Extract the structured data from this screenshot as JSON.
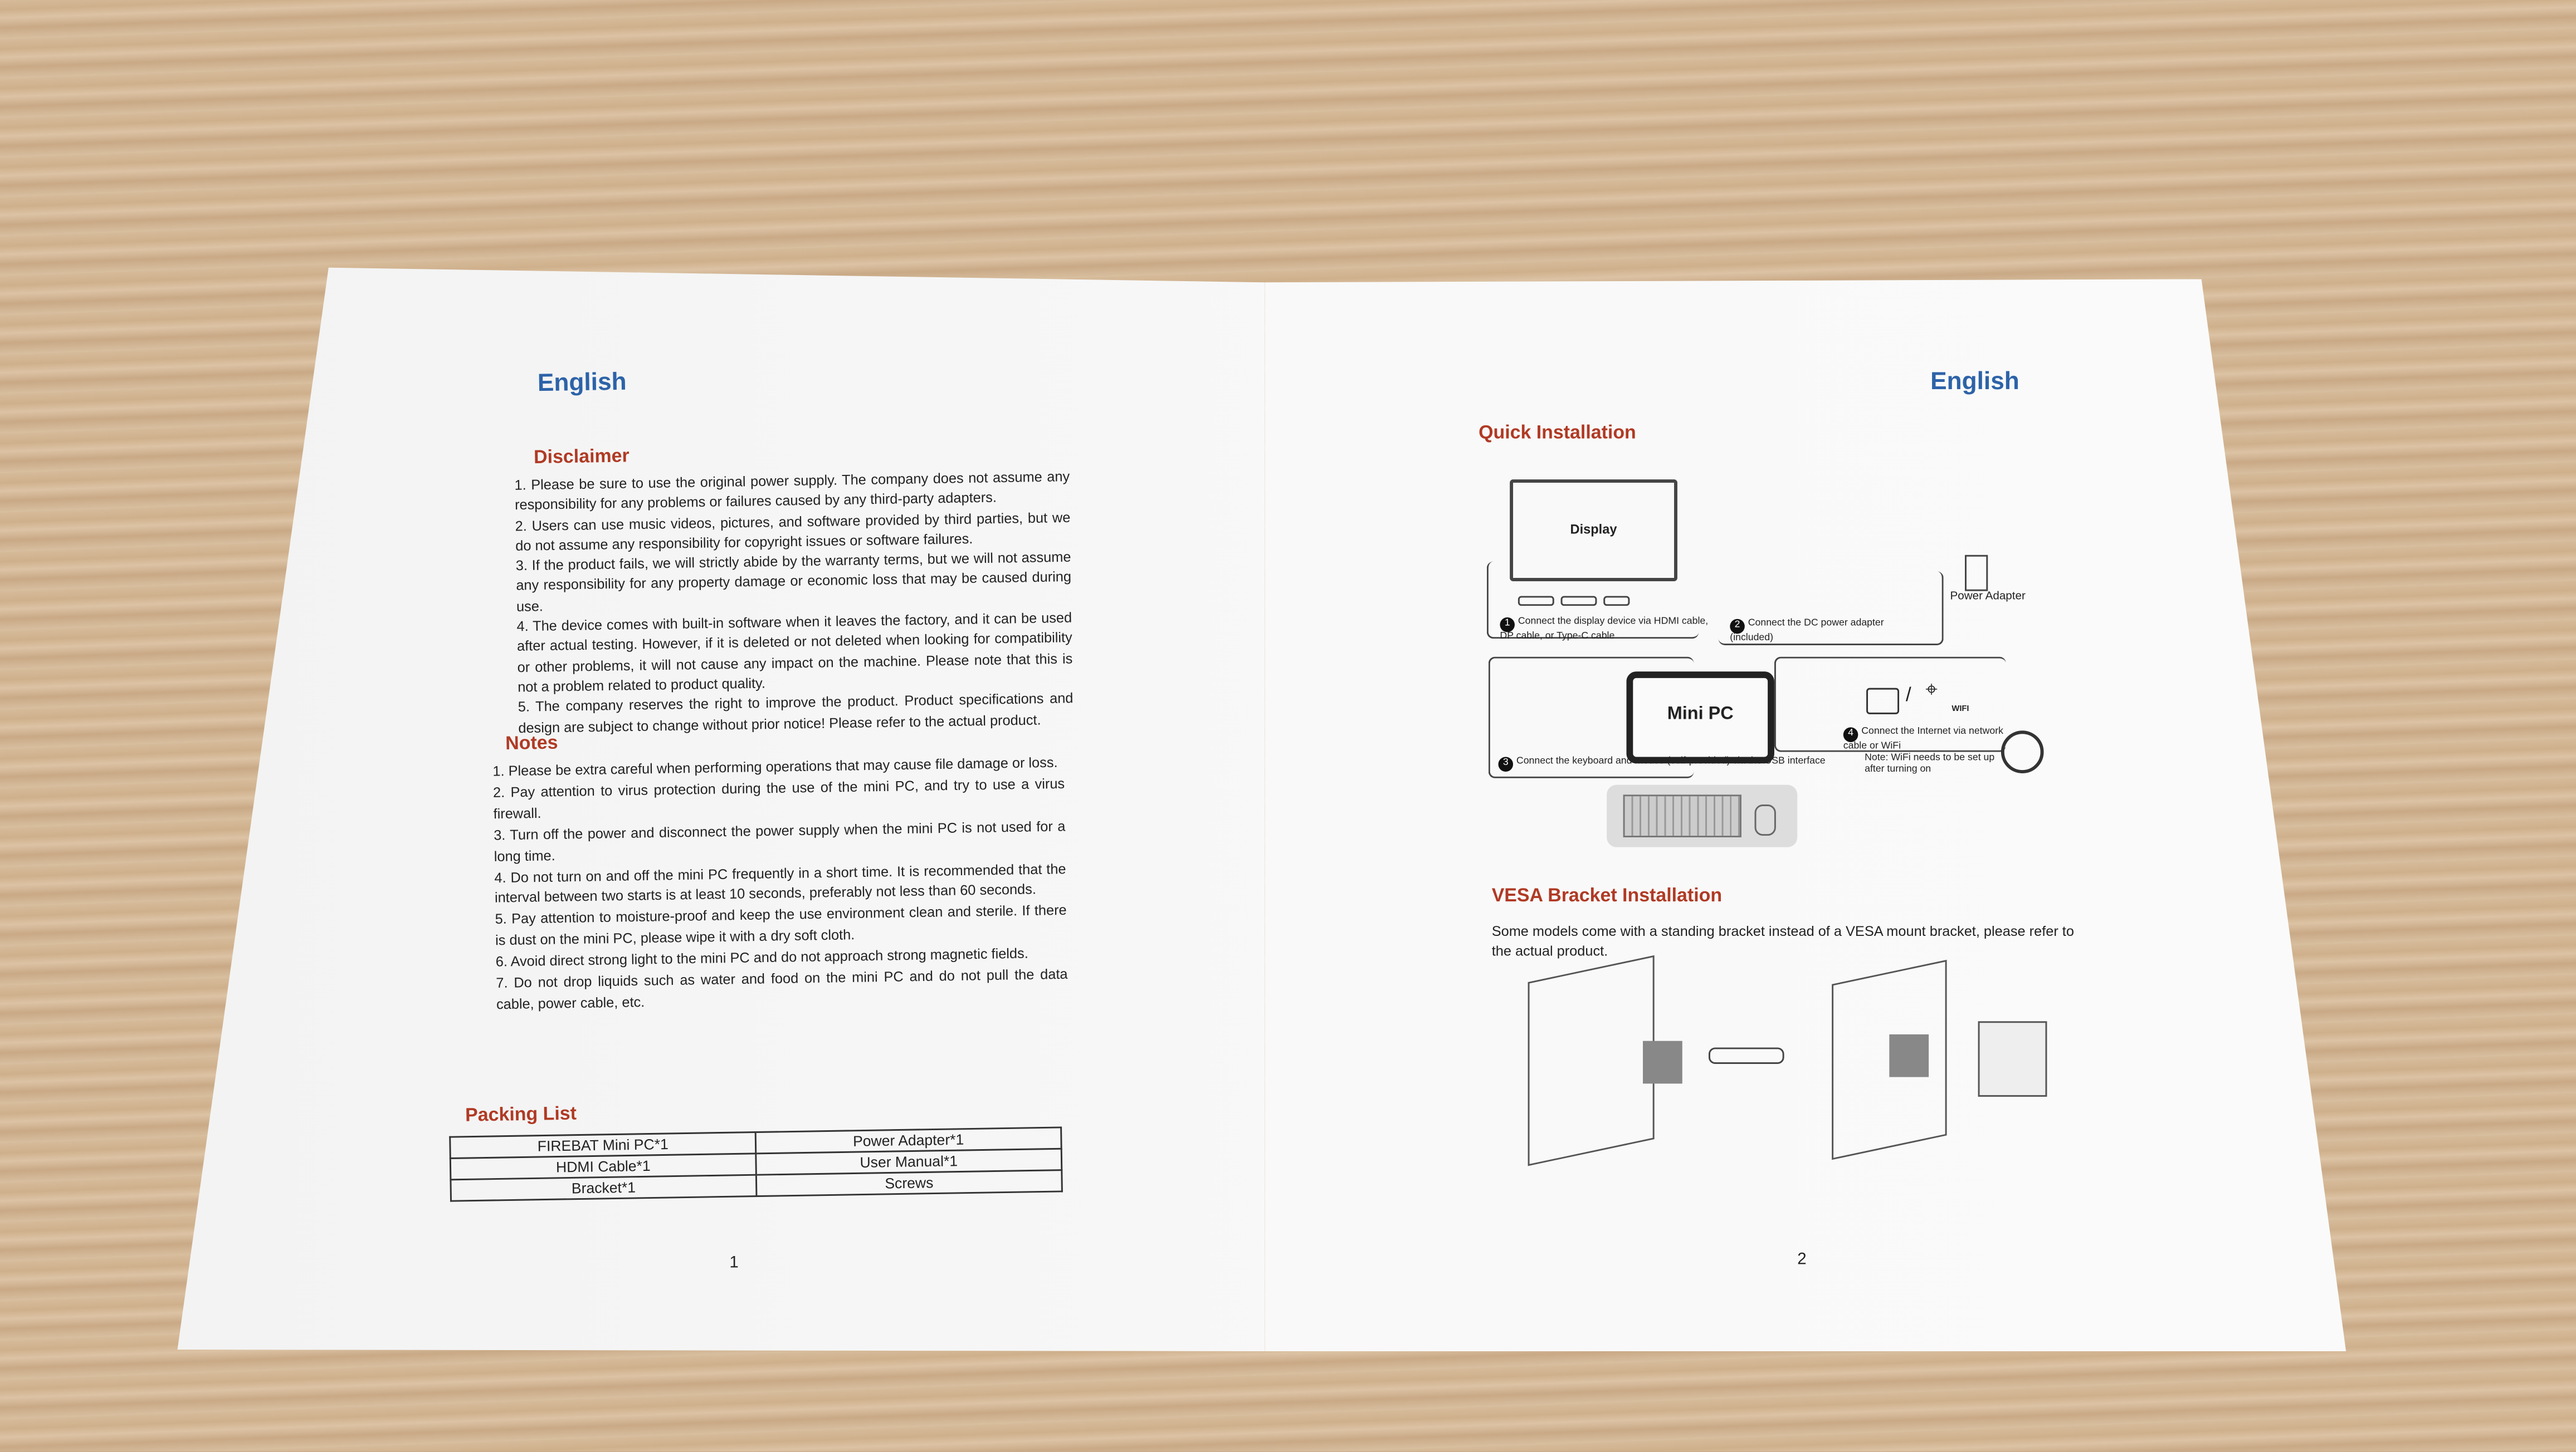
{
  "left_page": {
    "language": "English",
    "disclaimer": {
      "title": "Disclaimer",
      "items": [
        "1. Please be sure to use the original power supply. The company does not assume any responsibility for any problems or failures caused by any third-party adapters.",
        "2. Users can use music videos, pictures, and software provided by third parties, but we do not assume any responsibility for copyright issues or software failures.",
        "3. If the product fails, we will strictly abide by the warranty terms, but we will not assume any responsibility for any property damage or economic loss that may be caused during use.",
        "4. The device comes with built-in software when it leaves the factory, and it can be used after actual testing. However, if it is deleted or not deleted when looking for compatibility or other problems, it will not cause any impact on the machine. Please note that this is not a problem related to product quality.",
        "5. The company reserves the right to improve the product. Product specifications and design are subject to change without prior notice! Please refer to the actual product."
      ]
    },
    "notes": {
      "title": "Notes",
      "items": [
        "1. Please be extra careful when performing operations that may cause file damage or loss.",
        "2. Pay attention to virus protection during the use of the mini PC, and try to use a virus firewall.",
        "3. Turn off the power and disconnect the power supply when the mini PC is not used for a long time.",
        "4. Do not turn on and off the mini PC frequently in a short time. It is recommended that the interval between two starts is at least 10 seconds, preferably not less than 60 seconds.",
        "5. Pay attention to moisture-proof and keep the use environment clean and sterile. If there is dust on the mini PC, please wipe it with a dry soft cloth.",
        "6. Avoid direct strong light to the mini PC and do not approach strong magnetic fields.",
        "7. Do not drop liquids such as water and food on the mini PC and do not pull the data cable, power cable, etc."
      ]
    },
    "packing_list": {
      "title": "Packing List",
      "rows": [
        [
          "FIREBAT Mini PC*1",
          "Power Adapter*1"
        ],
        [
          "HDMI Cable*1",
          "User Manual*1"
        ],
        [
          "Bracket*1",
          "Screws"
        ]
      ]
    },
    "page_number": "1"
  },
  "right_page": {
    "language": "English",
    "quick_installation": {
      "title": "Quick Installation",
      "display_label": "Display",
      "power_adapter_label": "Power Adapter",
      "mini_pc_label": "Mini PC",
      "wifi_label": "WIFI",
      "steps": [
        {
          "n": "1",
          "text": "Connect the display device via HDMI cable, DP cable, or Type-C cable"
        },
        {
          "n": "2",
          "text": "Connect the DC power adapter (included)"
        },
        {
          "n": "3",
          "text": "Connect the keyboard and mouse (self-provided) via the USB interface"
        },
        {
          "n": "4",
          "text": "Connect the Internet via network cable or WiFi"
        }
      ],
      "note": "Note: WiFi needs to be set up after turning on"
    },
    "vesa": {
      "title": "VESA Bracket Installation",
      "text": "Some models come with a standing bracket instead of a VESA mount bracket, please refer to the actual product."
    },
    "page_number": "2"
  }
}
